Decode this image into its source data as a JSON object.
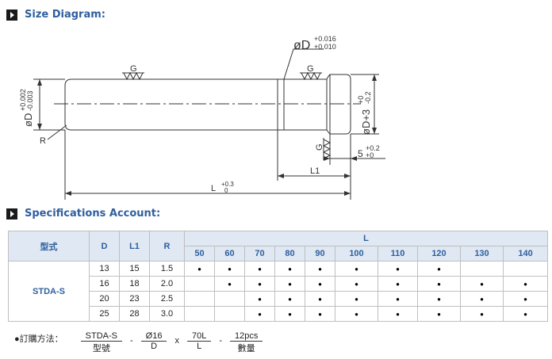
{
  "sections": {
    "size_diagram": "Size Diagram:",
    "specifications": "Specifications Account:"
  },
  "diagram": {
    "phi_d_tol": "øD",
    "phi_d_upper": "+0.016",
    "phi_d_lower": "+0.010",
    "left_dia": "øD",
    "left_dia_upper": "+0.002",
    "left_dia_lower": "-0.003",
    "right_dia": "øD+3",
    "right_dia_upper": "+0",
    "right_dia_lower": "-0.2",
    "grind_mark": "G",
    "radius": "R",
    "l1": "L1",
    "l": "L",
    "l_upper": "+0.3",
    "l_lower": "0",
    "head": "5",
    "head_upper": "+0.2",
    "head_lower": "+0"
  },
  "table": {
    "header_model": "型式",
    "header_d": "D",
    "header_l1": "L1",
    "header_r": "R",
    "header_l": "L",
    "lengths": [
      "50",
      "60",
      "70",
      "80",
      "90",
      "100",
      "110",
      "120",
      "130",
      "140"
    ],
    "model": "STDA-S",
    "rows": [
      {
        "d": "13",
        "l1": "15",
        "r": "1.5",
        "avail": [
          1,
          1,
          1,
          1,
          1,
          1,
          1,
          1,
          0,
          0
        ]
      },
      {
        "d": "16",
        "l1": "18",
        "r": "2.0",
        "avail": [
          0,
          1,
          1,
          1,
          1,
          1,
          1,
          1,
          1,
          1
        ]
      },
      {
        "d": "20",
        "l1": "23",
        "r": "2.5",
        "avail": [
          0,
          0,
          1,
          1,
          1,
          1,
          1,
          1,
          1,
          1
        ]
      },
      {
        "d": "25",
        "l1": "28",
        "r": "3.0",
        "avail": [
          0,
          0,
          1,
          1,
          1,
          1,
          1,
          1,
          1,
          1
        ]
      }
    ]
  },
  "order": {
    "lead": "●訂購方法：",
    "items": [
      {
        "top": "STDA-S",
        "bottom": "型號"
      },
      {
        "top": "Ø16",
        "bottom": "D"
      },
      {
        "top": "70L",
        "bottom": "L"
      },
      {
        "top": "12pcs",
        "bottom": "數量"
      }
    ],
    "seps": [
      "-",
      "x",
      "-"
    ]
  },
  "colors": {
    "accent": "#2f5f9e",
    "header_bg": "#dfe8f3",
    "border": "#bfbfbf"
  }
}
